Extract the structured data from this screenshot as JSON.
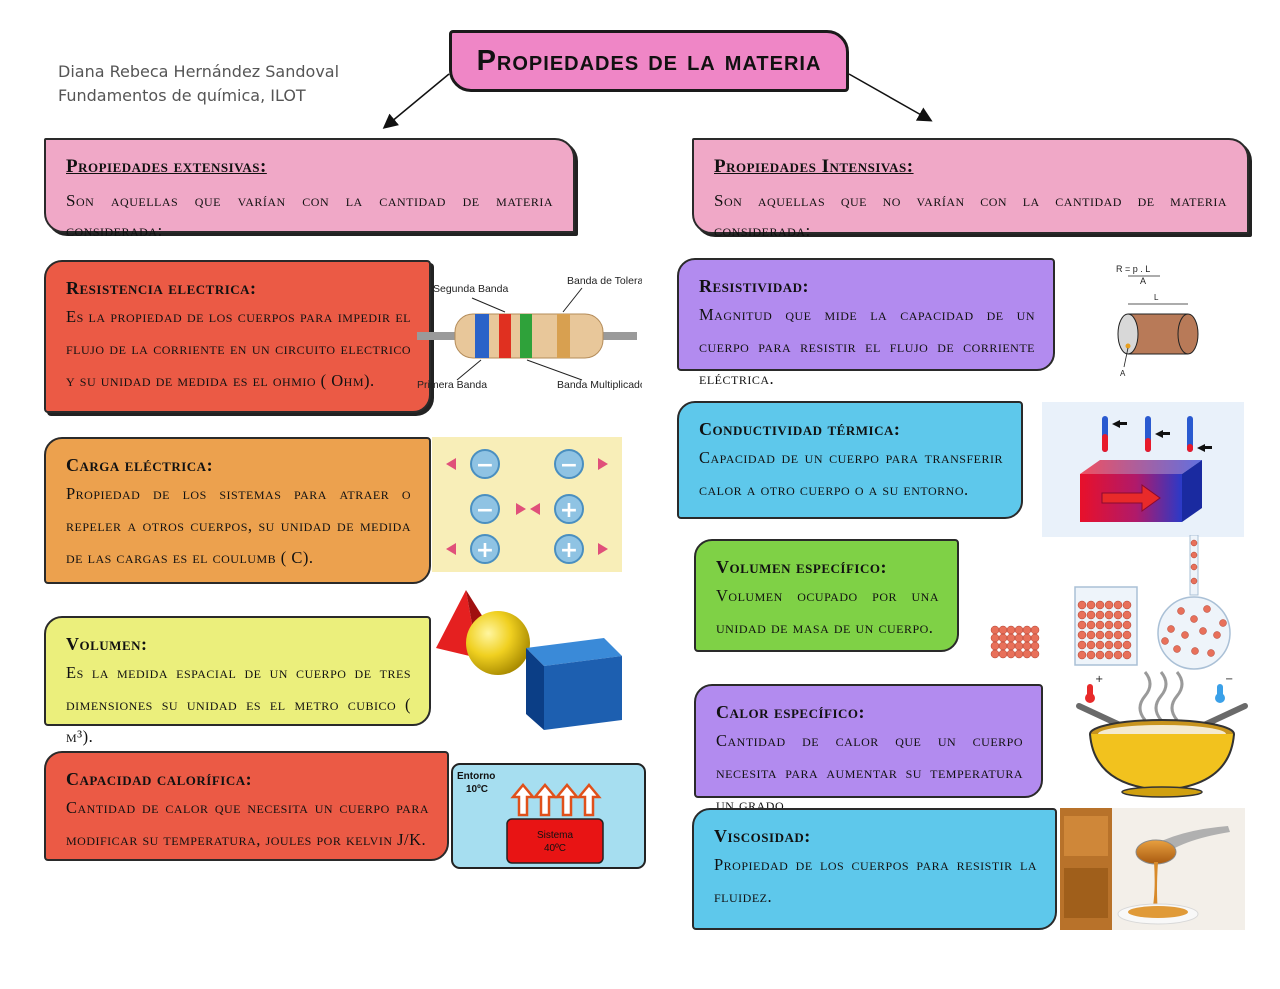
{
  "author": {
    "name": "Diana Rebeca Hernández Sandoval",
    "course": "Fundamentos de química, ILOT"
  },
  "title": "Propiedades de la materia",
  "extensive": {
    "title": "Propiedades extensivas:",
    "description": "Son aquellas que varían con la cantidad de materia considerada:",
    "items": [
      {
        "title": "Resistencia electrica:",
        "text": "Es la propiedad de los cuerpos para impedir el flujo de la corriente en un circuito electrico y su unidad de medida es el ohmio ( Ohm)."
      },
      {
        "title": "Carga eléctrica:",
        "text": "Propiedad de los sistemas para atraer o repeler a otros cuerpos, su unidad de medida de las cargas es el coulumb ( C)."
      },
      {
        "title": "Volumen:",
        "text": "Es la medida espacial de un cuerpo de tres dimensiones su unidad es el metro cubico ( m³)."
      },
      {
        "title": "Capacidad calorífica:",
        "text": "Cantidad de calor que necesita un cuerpo para modificar su temperatura, joules por kelvin J/K."
      }
    ]
  },
  "intensive": {
    "title": "Propiedades Intensivas:",
    "description": "Son aquellas que no varían con la cantidad de materia considerada:",
    "items": [
      {
        "title": "Resistividad:",
        "text": "Magnitud que mide la capacidad de un cuerpo para resistir el flujo de corriente eléctrica."
      },
      {
        "title": "Conductividad térmica:",
        "text": "Capacidad de un cuerpo para transferir calor a otro cuerpo o a su entorno."
      },
      {
        "title": "Volumen específico:",
        "text": "Volumen ocupado por una unidad de masa de un cuerpo."
      },
      {
        "title": "Calor específico:",
        "text": "Cantidad de calor que un cuerpo necesita para aumentar su temperatura un grado."
      },
      {
        "title": "Viscosidad:",
        "text": "Propiedad de los cuerpos para resistir la fluidez."
      }
    ]
  },
  "images": {
    "resistor": {
      "label_second_band": "Segunda Banda",
      "label_tolerance": "Banda de Tolerancia",
      "label_first_band": "Primera Banda",
      "label_multiplier": "Banda Multiplicadora"
    },
    "charges": {
      "minus": "−",
      "plus": "+"
    },
    "heat": {
      "environment_label": "Entorno",
      "environment_temp": "10ºC",
      "system_label": "Sistema",
      "system_temp": "40ºC"
    },
    "resistivity": {
      "formula_top": "R = p . L",
      "formula_bottom": "A",
      "length_label": "L",
      "area_label": "A"
    },
    "specific_heat": {
      "plus": "+",
      "minus": "−"
    }
  },
  "colors": {
    "title_pink": "#ef86c6",
    "header_pink": "#f0a8c7",
    "red": "#eb5a45",
    "orange": "#eca14e",
    "yellow": "#ebef7c",
    "purple": "#b28bef",
    "blue": "#5ec8eb",
    "green": "#7fd146"
  }
}
